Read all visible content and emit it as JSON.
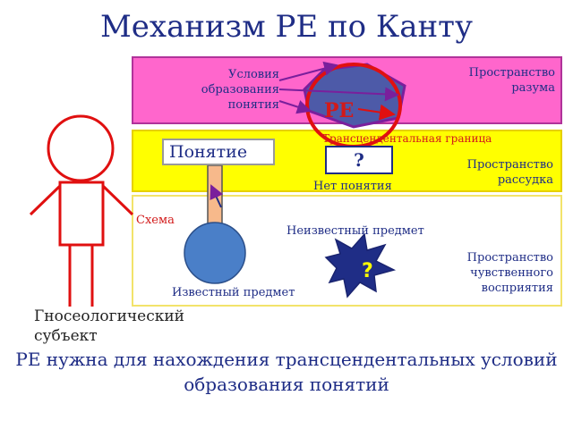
{
  "title": "Механизм РЕ по Канту",
  "bands": {
    "reason": "Пространство разума",
    "understanding": "Пространство рассудка",
    "sensory": "Пространство чувственного восприятия"
  },
  "labels": {
    "conditions": "Условия образования понятия",
    "re": "РЕ",
    "transcendental_border": "Трансцендентальная граница",
    "concept": "Понятие",
    "question_mark": "?",
    "no_concept": "Нет понятия",
    "schema": "Схема",
    "unknown_object": "Неизвестный предмет",
    "known_object": "Известный предмет",
    "subject": "Гносеологический субъект"
  },
  "conclusion": "РЕ нужна для нахождения трансцендентальных условий образования понятий",
  "colors": {
    "title": "#1f2d86",
    "reason_band": "#ff66cc",
    "understanding_band": "#ffff00",
    "red": "#e01010",
    "known_object": "#4a7fc8",
    "polygon": "#4d5aa8",
    "schema_bar": "#f7b98b"
  }
}
